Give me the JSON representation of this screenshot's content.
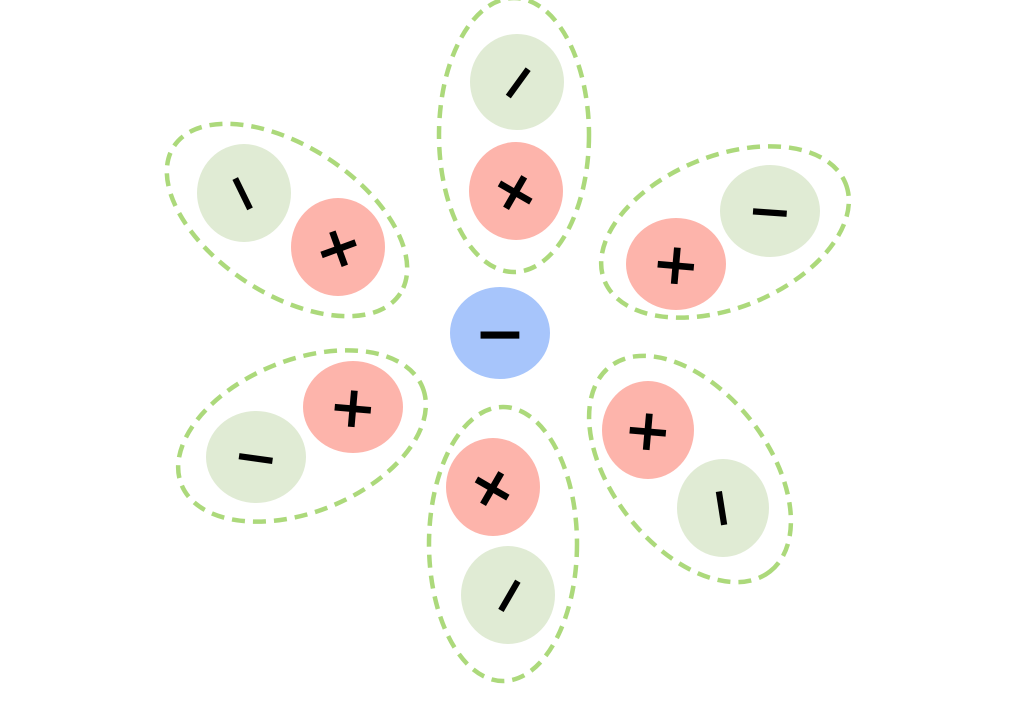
{
  "colors": {
    "center": "#a7c5fb",
    "positive": "#fdb4ab",
    "negative": "#e0ebd4",
    "dipole_outline": "#acd97b",
    "sign": "#000000"
  },
  "center": {
    "charge": "−"
  },
  "dipoles": [
    {
      "id": "top",
      "positive": "+",
      "negative": "−"
    },
    {
      "id": "upper-left",
      "positive": "+",
      "negative": "−"
    },
    {
      "id": "upper-right",
      "positive": "+",
      "negative": "−"
    },
    {
      "id": "lower-left",
      "positive": "+",
      "negative": "−"
    },
    {
      "id": "bottom",
      "positive": "+",
      "negative": "−"
    },
    {
      "id": "lower-right",
      "positive": "+",
      "negative": "−"
    }
  ]
}
